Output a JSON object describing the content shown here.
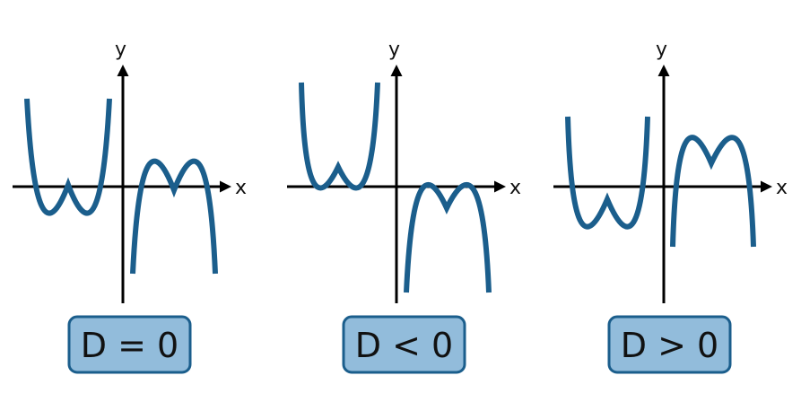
{
  "colors": {
    "curve": "#1B5E8C",
    "badge_fill": "#92BCDB",
    "badge_border": "#1B5E8C",
    "axis": "#000000"
  },
  "panels": [
    {
      "badge": "D = 0",
      "x_label": "x",
      "y_label": "y"
    },
    {
      "badge": "D < 0",
      "x_label": "x",
      "y_label": "y"
    },
    {
      "badge": "D > 0",
      "x_label": "x",
      "y_label": "y"
    }
  ]
}
